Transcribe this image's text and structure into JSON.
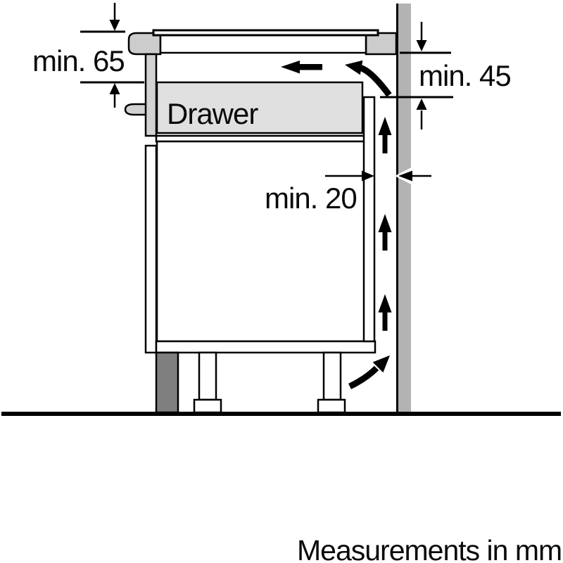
{
  "diagram": {
    "title": "Hob installation clearance diagram",
    "labels": {
      "dim_hob_to_drawer": "min. 65",
      "dim_worktop_to_backpanel": "min. 45",
      "dim_rear_gap": "min. 20",
      "drawer": "Drawer",
      "footer": "Measurements in mm"
    },
    "colors": {
      "outline": "#000000",
      "wall": "#b3b3b3",
      "worktop": "#cccccc",
      "rail": "#d2d2d2",
      "drawer_box": "#e0e0e0",
      "plinth": "#7f7f7f",
      "white": "#ffffff",
      "arrow": "#000000"
    }
  }
}
